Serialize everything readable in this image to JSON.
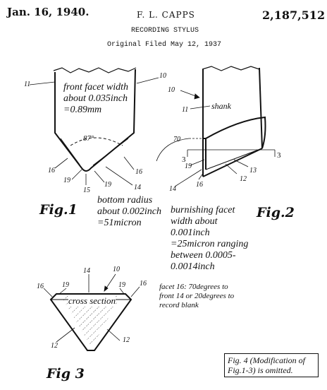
{
  "header": {
    "date": "Jan. 16, 1940.",
    "inventor": "F. L. CAPPS",
    "patent_number": "2,187,512",
    "title": "RECORDING STYLUS",
    "filed": "Original Filed May 12, 1937"
  },
  "figures": {
    "fig1": {
      "label": "Fig.1",
      "angle": "87°"
    },
    "fig2": {
      "label": "Fig.2",
      "shank": "shank"
    },
    "fig3": {
      "label": "Fig 3",
      "cross_section": "cross section"
    }
  },
  "annotations": {
    "front_facet": "front facet width about 0.035inch =0.89mm",
    "bottom_radius": "bottom radius about 0.002inch =51micron",
    "burnishing": "burnishing facet width about 0.001inch =25micron ranging between 0.0005-0.0014inch",
    "facet16": "facet 16: 70degrees to front 14 or 20degrees to record blank",
    "omitted": "Fig. 4 (Modification of Fig.1-3) is omitted."
  },
  "reference_numerals": {
    "fig1": [
      "11",
      "10",
      "16",
      "19",
      "15",
      "19",
      "16",
      "14"
    ],
    "fig2": [
      "10",
      "11",
      "70",
      "3",
      "3",
      "19",
      "13",
      "12",
      "14",
      "16"
    ],
    "fig3": [
      "14",
      "10",
      "16",
      "19",
      "19",
      "16",
      "12",
      "12"
    ]
  }
}
